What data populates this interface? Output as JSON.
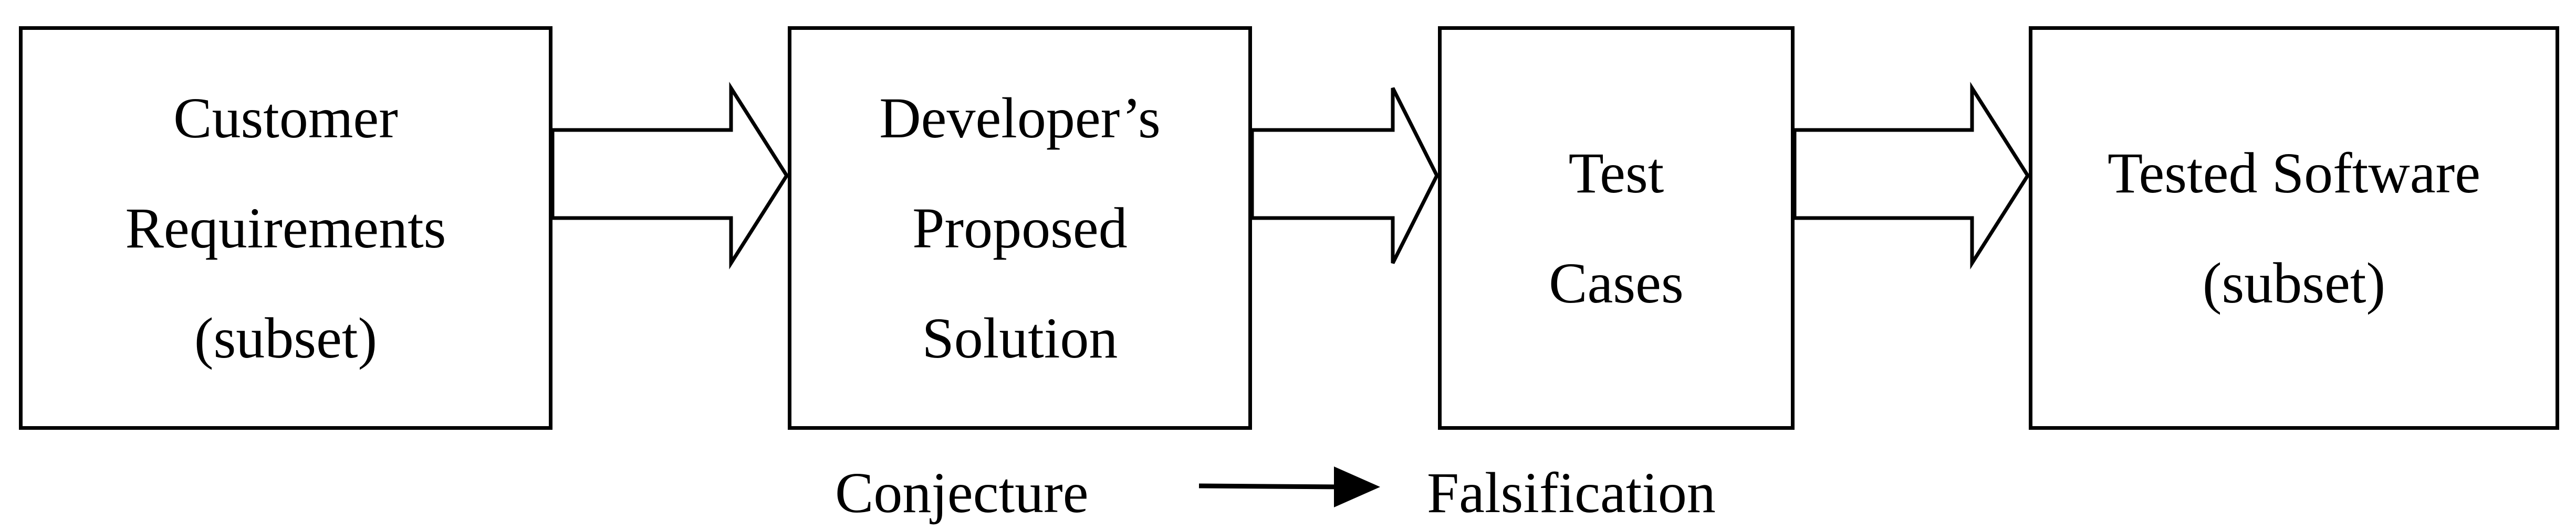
{
  "boxes": [
    {
      "lines": [
        "Customer",
        "Requirements",
        "(subset)"
      ]
    },
    {
      "lines": [
        "Developer’s",
        "Proposed",
        "Solution"
      ]
    },
    {
      "lines": [
        "Test",
        "Cases"
      ]
    },
    {
      "lines": [
        "Tested Software",
        "(subset)"
      ]
    }
  ],
  "caption": {
    "left": "Conjecture",
    "right": "Falsification"
  }
}
